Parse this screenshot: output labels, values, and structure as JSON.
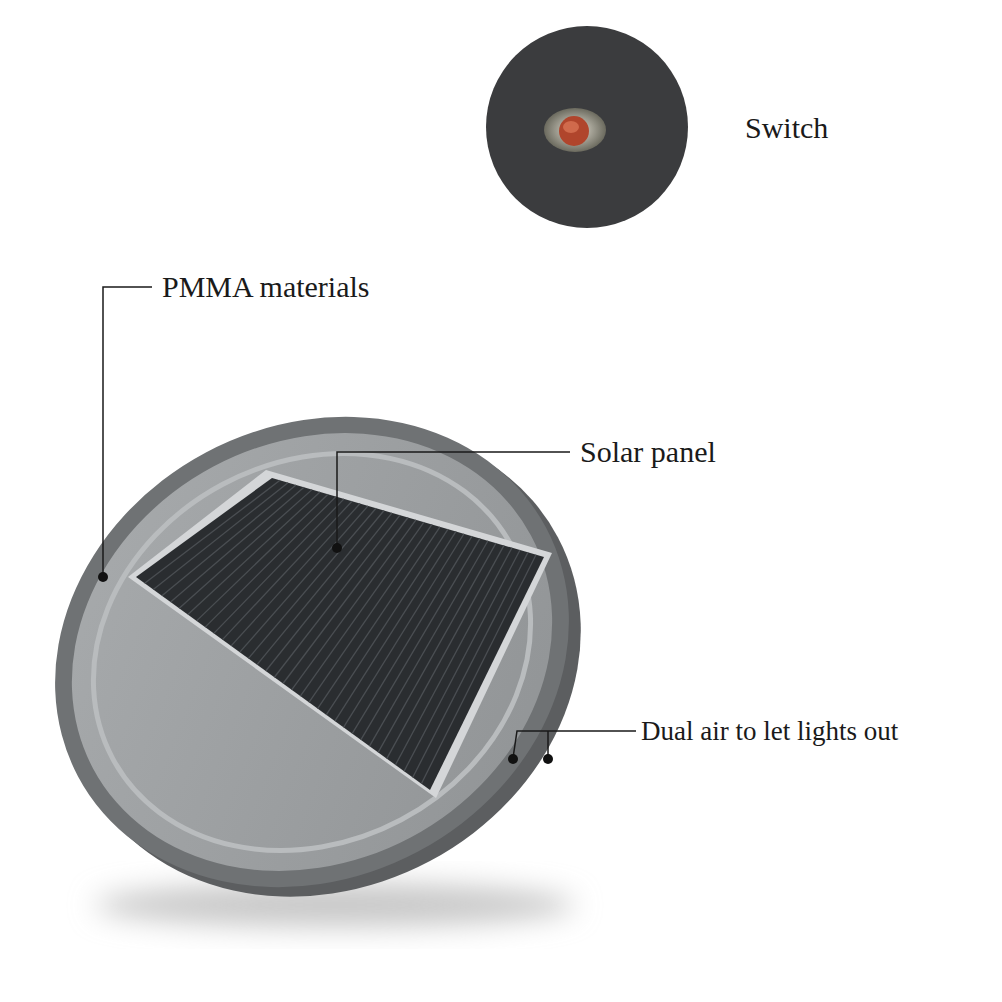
{
  "diagram": {
    "labels": [
      "Switch",
      "PMMA materials",
      "Solar panel",
      "Dual air to let lights out"
    ]
  }
}
